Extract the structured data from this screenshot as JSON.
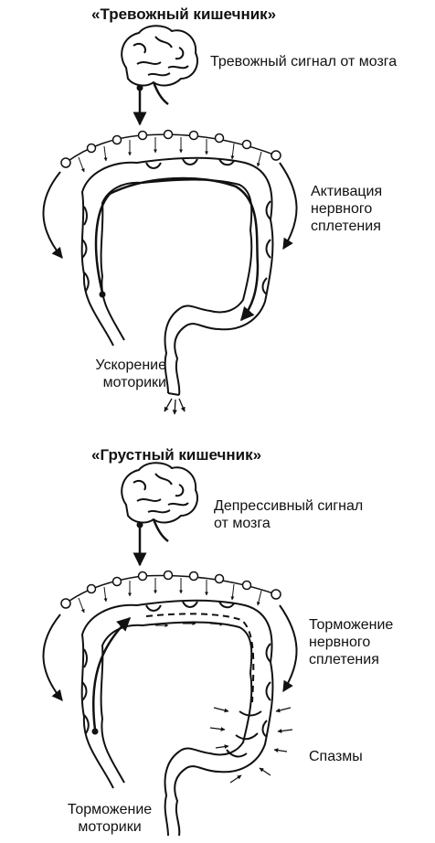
{
  "anxious": {
    "title": "«Тревожный кишечник»",
    "brain_signal": "Тревожный сигнал от мозга",
    "plexus": [
      "Активация",
      "нервного",
      "сплетения"
    ],
    "motility": [
      "Ускорение",
      "моторики"
    ]
  },
  "sad": {
    "title": "«Грустный кишечник»",
    "brain_signal": [
      "Депрессивный сигнал",
      "от мозга"
    ],
    "plexus": [
      "Торможение",
      "нервного",
      "сплетения"
    ],
    "spasms": "Спазмы",
    "motility": [
      "Торможение",
      "моторики"
    ]
  },
  "icons": {
    "brain": "brain-icon",
    "intestine": "large-intestine-icon",
    "nerve": "nerve-plexus-icon"
  },
  "colors": {
    "ink": "#111111",
    "background": "#ffffff"
  }
}
